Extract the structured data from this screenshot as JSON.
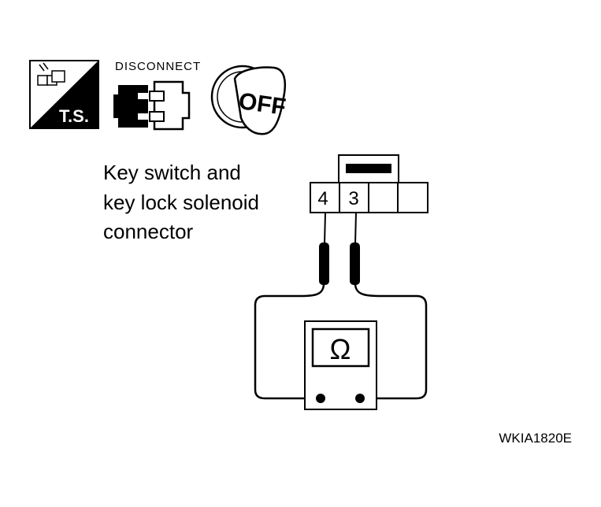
{
  "icons": {
    "ts_label": "T.S.",
    "disconnect_label": "DISCONNECT",
    "off_label": "OFF"
  },
  "connector": {
    "label_lines": [
      "Key switch and",
      "key lock solenoid",
      "connector"
    ],
    "pin_left": "4",
    "pin_right": "3"
  },
  "meter": {
    "symbol": "Ω"
  },
  "figure_code": "WKIA1820E"
}
